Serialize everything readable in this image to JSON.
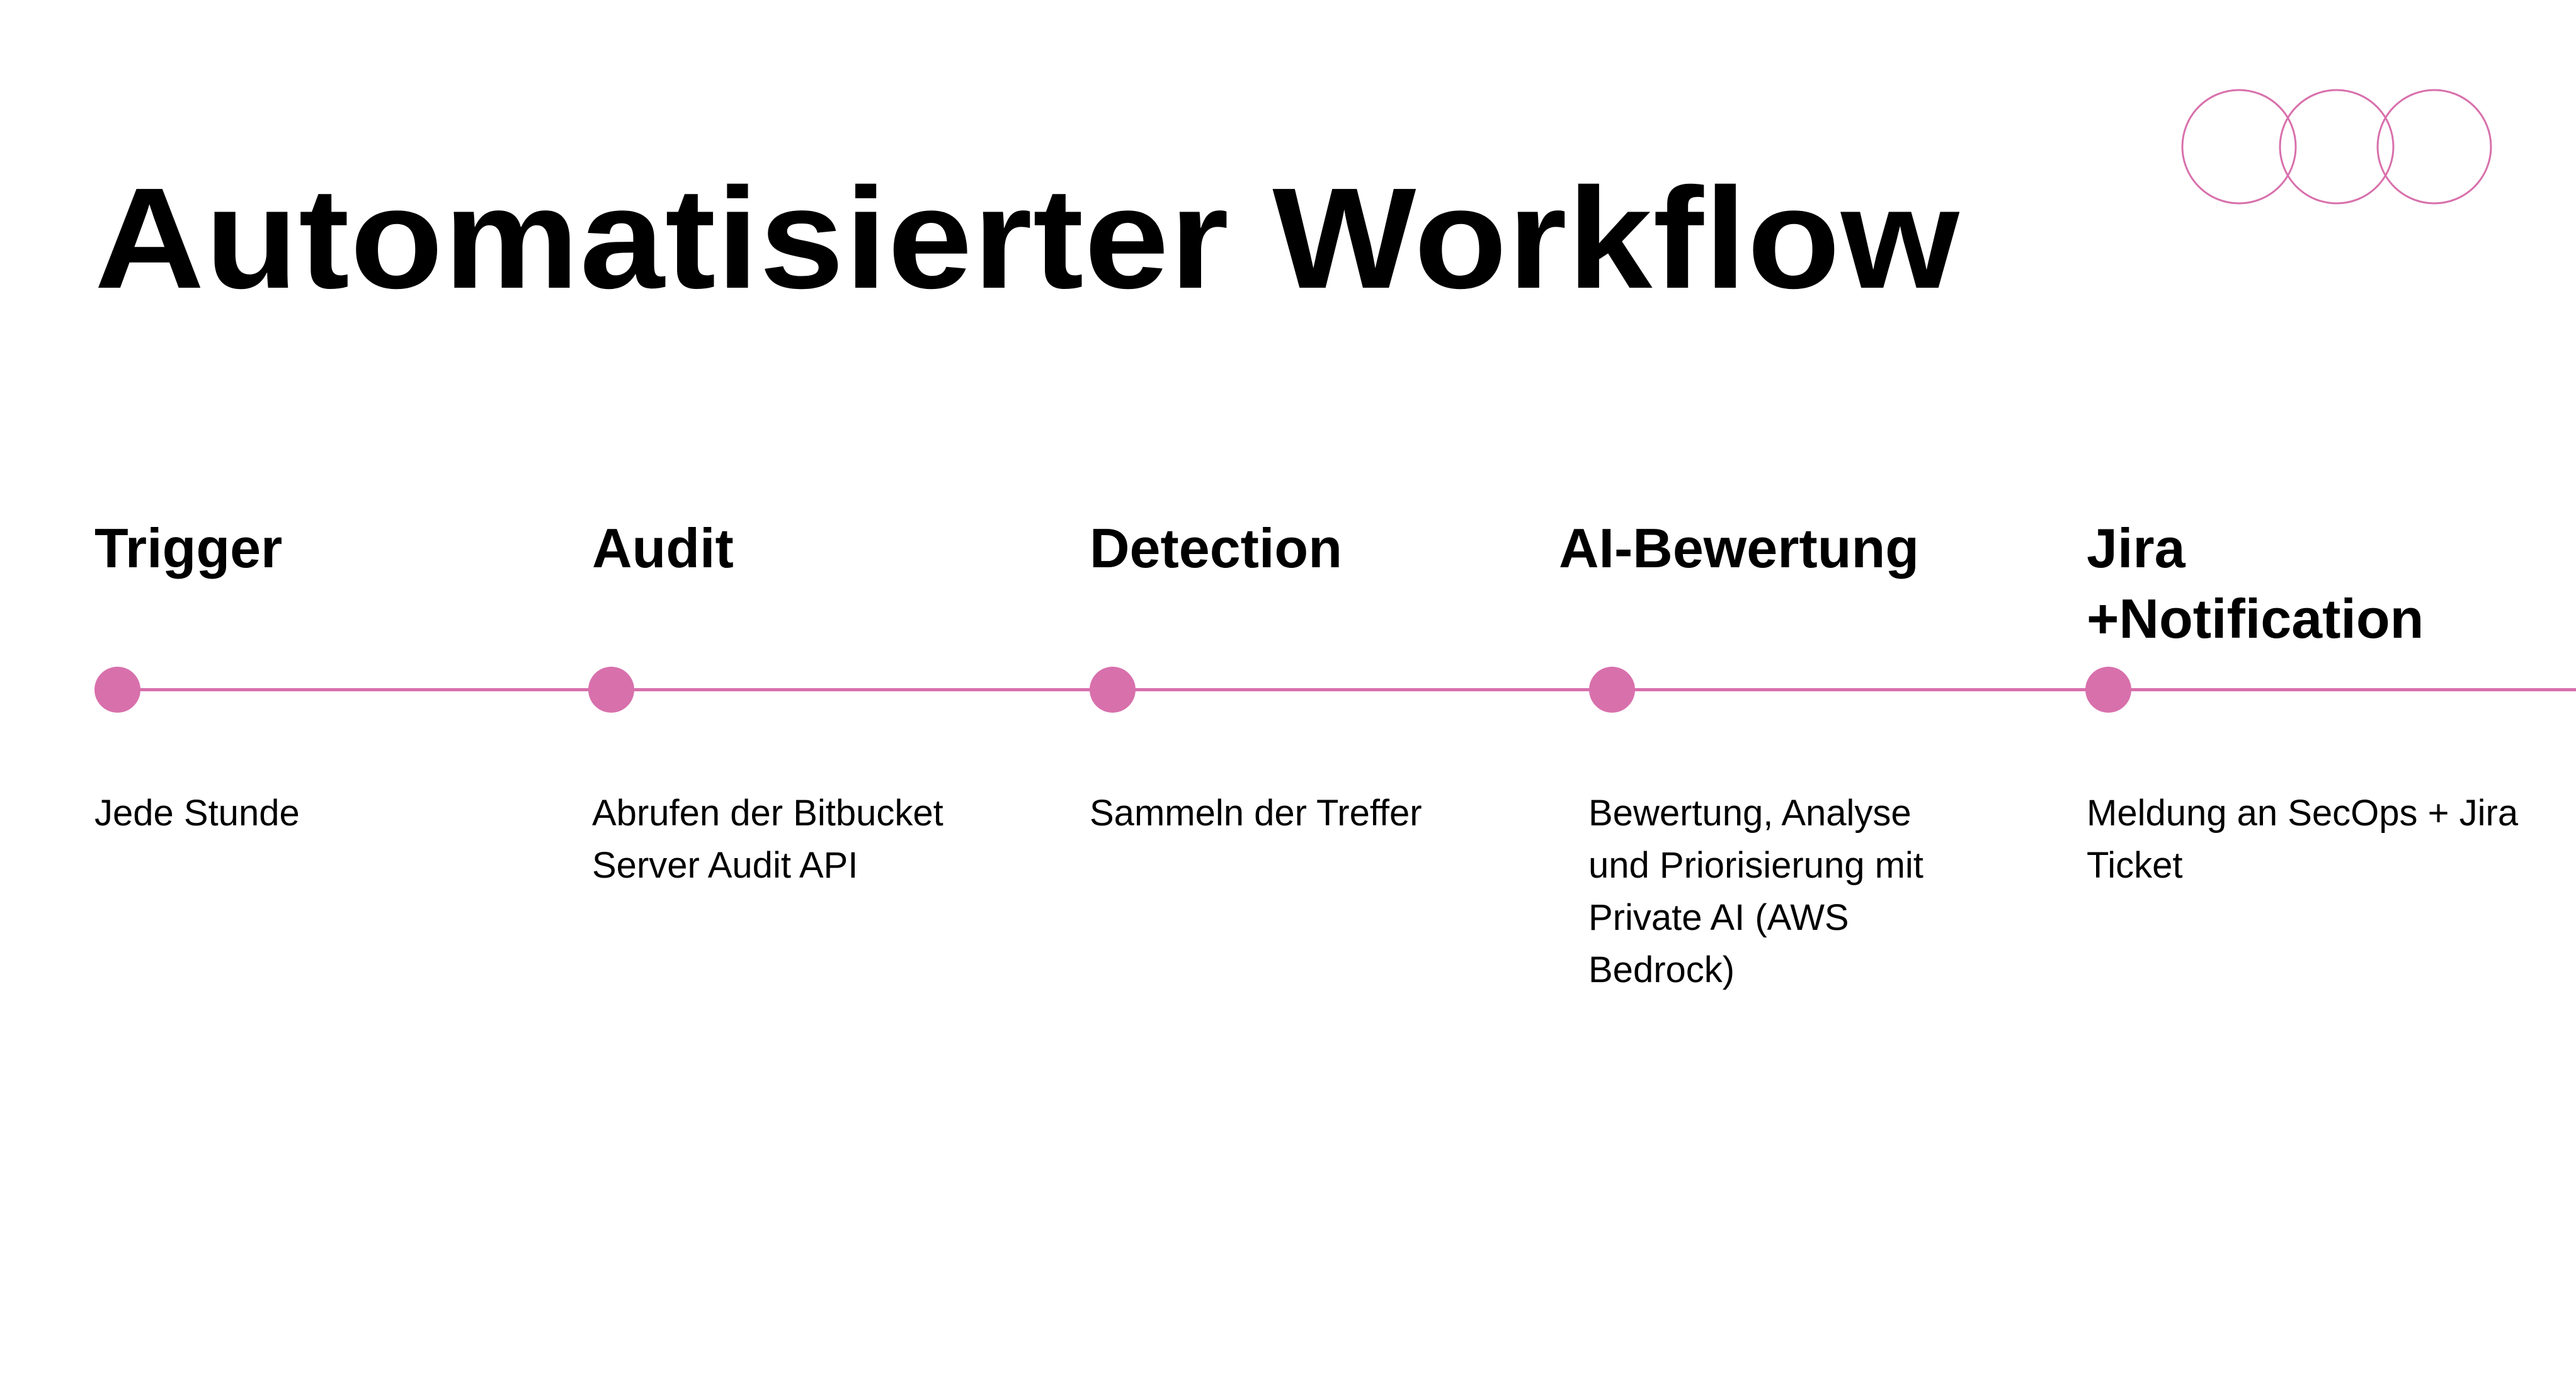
{
  "title": "Automatisierter Workflow",
  "accent_color": "#d870ac",
  "logo": {
    "icon": "three-overlapping-circles-icon"
  },
  "steps": [
    {
      "heading": "Trigger",
      "description": "Jede Stunde"
    },
    {
      "heading": "Audit",
      "description": "Abrufen der Bitbucket Server Audit API"
    },
    {
      "heading": "Detection",
      "description": "Sammeln der Treffer"
    },
    {
      "heading": "AI-Bewertung",
      "description": "Bewertung, Analyse und Priorisierung mit Private AI (AWS Bedrock)"
    },
    {
      "heading": "Jira +Notification",
      "description": "Meldung an SecOps + Jira Ticket"
    }
  ]
}
